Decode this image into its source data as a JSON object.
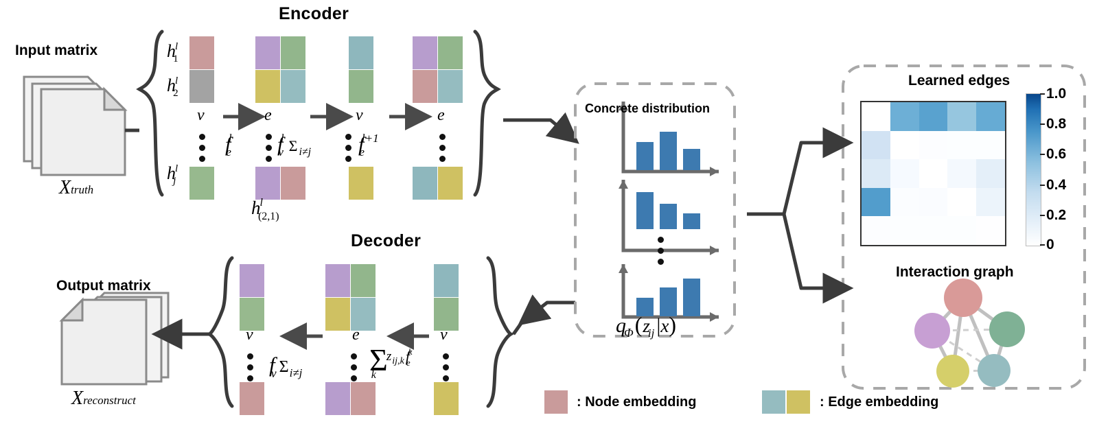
{
  "figure": {
    "sections": {
      "encoder_title": "Encoder",
      "decoder_title": "Decoder",
      "input_title": "Input matrix",
      "output_title": "Output matrix",
      "concrete_title": "Concrete distribution",
      "learned_edges_title": "Learned edges",
      "interaction_graph_title": "Interaction graph"
    },
    "input": {
      "symbol": "X",
      "subscript": "truth"
    },
    "output": {
      "symbol": "X",
      "subscript": "reconstruct"
    },
    "encoder": {
      "row_labels": [
        "h",
        "h",
        "h"
      ],
      "row_label_sup": [
        "l",
        "l",
        "l"
      ],
      "row_label_sub": [
        "1",
        "2",
        "j"
      ],
      "stage_labels": [
        "v",
        "e",
        "v",
        "e"
      ],
      "arrow_ops": [
        "f_e^l",
        "f_v^l Σ_{i≠j}",
        "f_e^{l+1}"
      ],
      "op1": {
        "base": "f",
        "sub": "e",
        "sup": "l"
      },
      "op2": {
        "base": "f",
        "sub": "v",
        "sup": "l",
        "sum": "Σ",
        "sumsub": "i≠j"
      },
      "op3": {
        "base": "f",
        "sub": "e",
        "sup": "l+1"
      },
      "edge_label": {
        "base": "h",
        "sup": "l",
        "sub": "(2,1)"
      },
      "blocks": {
        "col1": {
          "top": [
            "#c99b9b"
          ],
          "mid": [
            "#a3a3a3"
          ],
          "bot": [
            "#97b98e"
          ]
        },
        "col2": {
          "top": [
            "#b79dcd",
            "#92b68c"
          ],
          "mid": [
            "#cfc162",
            "#95bcc0"
          ],
          "bot": [
            "#b79dcd",
            "#c99b9b"
          ]
        },
        "col3": {
          "top": [
            "#8eb7bd"
          ],
          "mid": [
            "#92b68c"
          ],
          "bot": [
            "#cfc162"
          ]
        },
        "col4": {
          "top": [
            "#b79dcd",
            "#92b68c"
          ],
          "mid": [
            "#c99b9b",
            "#95bcc0"
          ],
          "bot": [
            "#8eb7bd",
            "#cfc162"
          ]
        }
      }
    },
    "decoder": {
      "stage_labels": [
        "v",
        "e",
        "v"
      ],
      "op1": {
        "base": "f",
        "sub": "v",
        "sum": "Σ",
        "sumsub": "i≠j"
      },
      "op2": {
        "sum": "Σ",
        "sumsub": "k",
        "term": "z",
        "termsub": "ij,k",
        "fbase": "f",
        "fsub": "e",
        "fsup": "k"
      },
      "blocks": {
        "col1": {
          "top": [
            "#b79dcd"
          ],
          "mid": [
            "#97b98e"
          ],
          "bot": [
            "#c99b9b"
          ]
        },
        "col2": {
          "top": [
            "#b79dcd",
            "#92b68c"
          ],
          "mid": [
            "#cfc162",
            "#95bcc0"
          ],
          "bot": [
            "#b79dcd",
            "#c99b9b"
          ]
        },
        "col3": {
          "top": [
            "#8eb7bd"
          ],
          "mid": [
            "#92b68c"
          ],
          "bot": [
            "#cfc162"
          ]
        }
      }
    },
    "concrete": {
      "formula": "q_Φ(z_ij|x)",
      "formula_parts": {
        "q": "q",
        "phi": "Φ",
        "z": "z",
        "ij": "ij",
        "bar": "|",
        "x": "x"
      },
      "bar_color": "#3d7ab0",
      "axis_color": "#6b6b6b"
    },
    "learned_edges": {
      "colorbar_ticks": [
        "1.0",
        "0.8",
        "0.6",
        "0.4",
        "0.2",
        "0"
      ],
      "colorbar_max": 1.0,
      "colorbar_min": 0.0
    },
    "interaction_graph": {
      "nodes": [
        {
          "name": "node-top",
          "color": "#d99a98"
        },
        {
          "name": "node-left",
          "color": "#c79fd3"
        },
        {
          "name": "node-right",
          "color": "#7fb195"
        },
        {
          "name": "node-bottom-left",
          "color": "#d5cf6a"
        },
        {
          "name": "node-bottom-right",
          "color": "#95bcc0"
        }
      ],
      "solid_edges": [
        [
          0,
          1
        ],
        [
          0,
          2
        ],
        [
          0,
          3
        ],
        [
          0,
          4
        ],
        [
          1,
          3
        ],
        [
          2,
          4
        ]
      ],
      "dashed_edges": [
        [
          1,
          2
        ],
        [
          1,
          4
        ],
        [
          3,
          4
        ]
      ]
    },
    "legend": {
      "node_swatch": "#c99b9b",
      "node_text": ": Node embedding",
      "edge_swatch_a": "#95bcc0",
      "edge_swatch_b": "#cfc162",
      "edge_text": ": Edge embedding"
    },
    "colors": {
      "arrow": "#3b3b3b",
      "dashed_box": "#a8a8a8",
      "paper_fill": "#efefef",
      "paper_stroke": "#808080"
    }
  },
  "chart_data": [
    {
      "type": "bar",
      "name": "concrete-distribution-sample-1",
      "categories": [
        "1",
        "2",
        "3"
      ],
      "values": [
        0.55,
        0.85,
        0.4
      ],
      "ylim": [
        0,
        1
      ],
      "title": "",
      "xlabel": "",
      "ylabel": ""
    },
    {
      "type": "bar",
      "name": "concrete-distribution-sample-2",
      "categories": [
        "1",
        "2",
        "3"
      ],
      "values": [
        0.85,
        0.58,
        0.38
      ],
      "ylim": [
        0,
        1
      ],
      "title": "",
      "xlabel": "",
      "ylabel": ""
    },
    {
      "type": "bar",
      "name": "concrete-distribution-sample-n",
      "categories": [
        "1",
        "2",
        "3"
      ],
      "values": [
        0.35,
        0.62,
        0.88
      ],
      "ylim": [
        0,
        1
      ],
      "title": "",
      "xlabel": "",
      "ylabel": ""
    },
    {
      "type": "heatmap",
      "name": "learned-edges-heatmap",
      "title": "Learned edges",
      "rows": 5,
      "cols": 5,
      "zlim": [
        0,
        1
      ],
      "values": [
        [
          0.0,
          0.62,
          0.68,
          0.52,
          0.64
        ],
        [
          0.32,
          0.0,
          0.05,
          0.04,
          0.04
        ],
        [
          0.26,
          0.13,
          0.0,
          0.14,
          0.22
        ],
        [
          0.7,
          0.07,
          0.08,
          0.0,
          0.18
        ],
        [
          0.05,
          0.04,
          0.04,
          0.04,
          0.02
        ]
      ],
      "colorbar_ticks": [
        1.0,
        0.8,
        0.6,
        0.4,
        0.2,
        0
      ]
    }
  ]
}
